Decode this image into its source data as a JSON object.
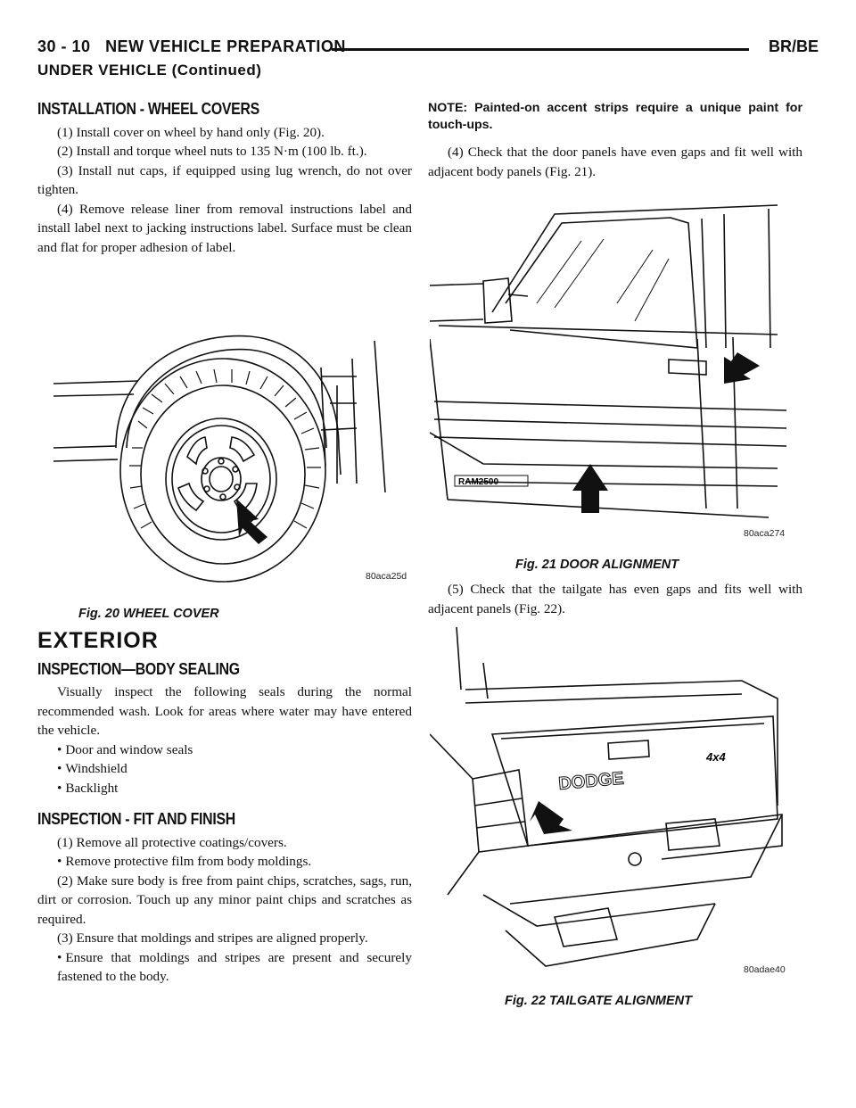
{
  "header": {
    "page_id": "30 - 10",
    "section_title": "NEW VEHICLE PREPARATION",
    "model": "BR/BE",
    "continued": "UNDER VEHICLE (Continued)"
  },
  "left": {
    "installation_heading": "INSTALLATION - WHEEL COVERS",
    "installation_steps": [
      "(1) Install cover on wheel by hand only (Fig. 20).",
      "(2) Install and torque wheel nuts to 135 N·m (100 lb. ft.).",
      "(3) Install nut caps, if equipped using lug wrench, do not over tighten.",
      "(4) Remove release liner from removal instructions label and install label next to jacking instructions label. Surface must be clean and flat for proper adhesion of label."
    ],
    "fig20": {
      "code": "80aca25d",
      "caption": "Fig. 20 WHEEL COVER"
    },
    "exterior_heading": "EXTERIOR",
    "sealing_heading": "INSPECTION—BODY SEALING",
    "sealing_intro": "Visually inspect the following seals during the normal recommended wash. Look for areas where water may have entered the vehicle.",
    "sealing_items": [
      "Door and window seals",
      "Windshield",
      "Backlight"
    ],
    "fit_heading": "INSPECTION - FIT AND FINISH",
    "fit_step1": "(1) Remove all protective coatings/covers.",
    "fit_bullet1": "Remove protective film from body moldings.",
    "fit_step2": "(2) Make sure body is free from paint chips, scratches, sags, run, dirt or corrosion. Touch up any minor paint chips and scratches as required.",
    "fit_step3": "(3) Ensure that moldings and stripes are aligned properly.",
    "fit_bullet2": "Ensure that moldings and stripes are present and securely fastened to the body."
  },
  "right": {
    "note": "NOTE: Painted-on accent strips require a unique paint for touch-ups.",
    "step4": "(4) Check that the door panels have even gaps and fit well with adjacent body panels (Fig. 21).",
    "fig21": {
      "code": "80aca274",
      "caption": "Fig. 21 DOOR ALIGNMENT",
      "badge": "RAM2500"
    },
    "step5": "(5) Check that the tailgate has even gaps and fits well with adjacent panels (Fig. 22).",
    "fig22": {
      "code": "80adae40",
      "caption": "Fig. 22 TAILGATE ALIGNMENT",
      "badge_dodge": "DODGE",
      "badge_4x4": "4x4"
    }
  }
}
